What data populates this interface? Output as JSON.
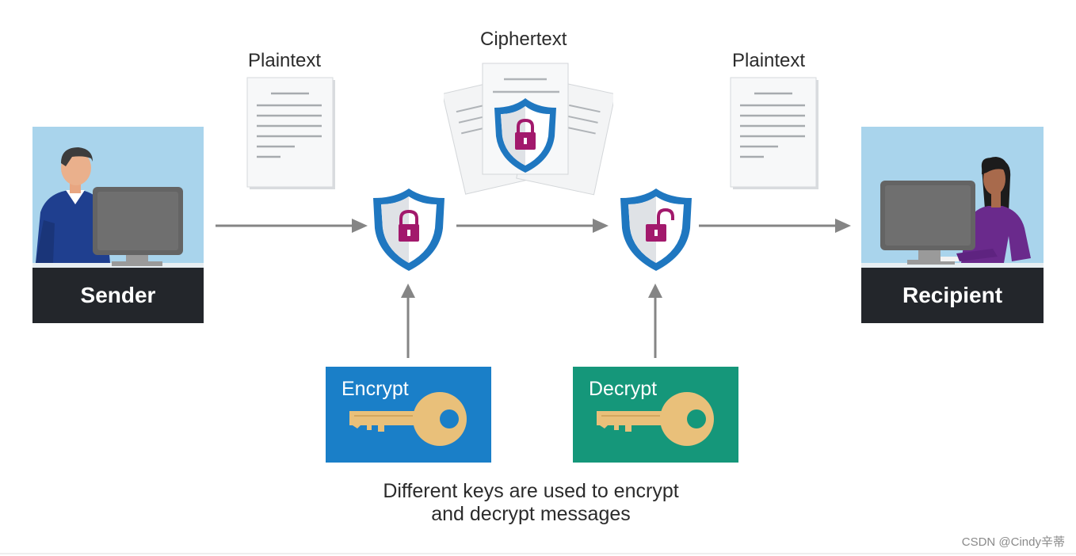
{
  "sender": {
    "label": "Sender"
  },
  "recipient": {
    "label": "Recipient"
  },
  "documents": {
    "plaintext_left": "Plaintext",
    "ciphertext": "Ciphertext",
    "plaintext_right": "Plaintext"
  },
  "keys": {
    "encrypt": {
      "label": "Encrypt",
      "color": "#1a7fc8"
    },
    "decrypt": {
      "label": "Decrypt",
      "color": "#15977a"
    }
  },
  "caption": {
    "line1": "Different keys are used to encrypt",
    "line2": "and decrypt messages"
  },
  "watermark": "CSDN @Cindy辛蒂",
  "colors": {
    "card_background": "#a9d4ec",
    "caption_bar": "#23262b",
    "shield_outline": "#1f77c0",
    "lock": "#a2196c",
    "arrow": "#858585",
    "key_gold": "#e9c07a"
  }
}
